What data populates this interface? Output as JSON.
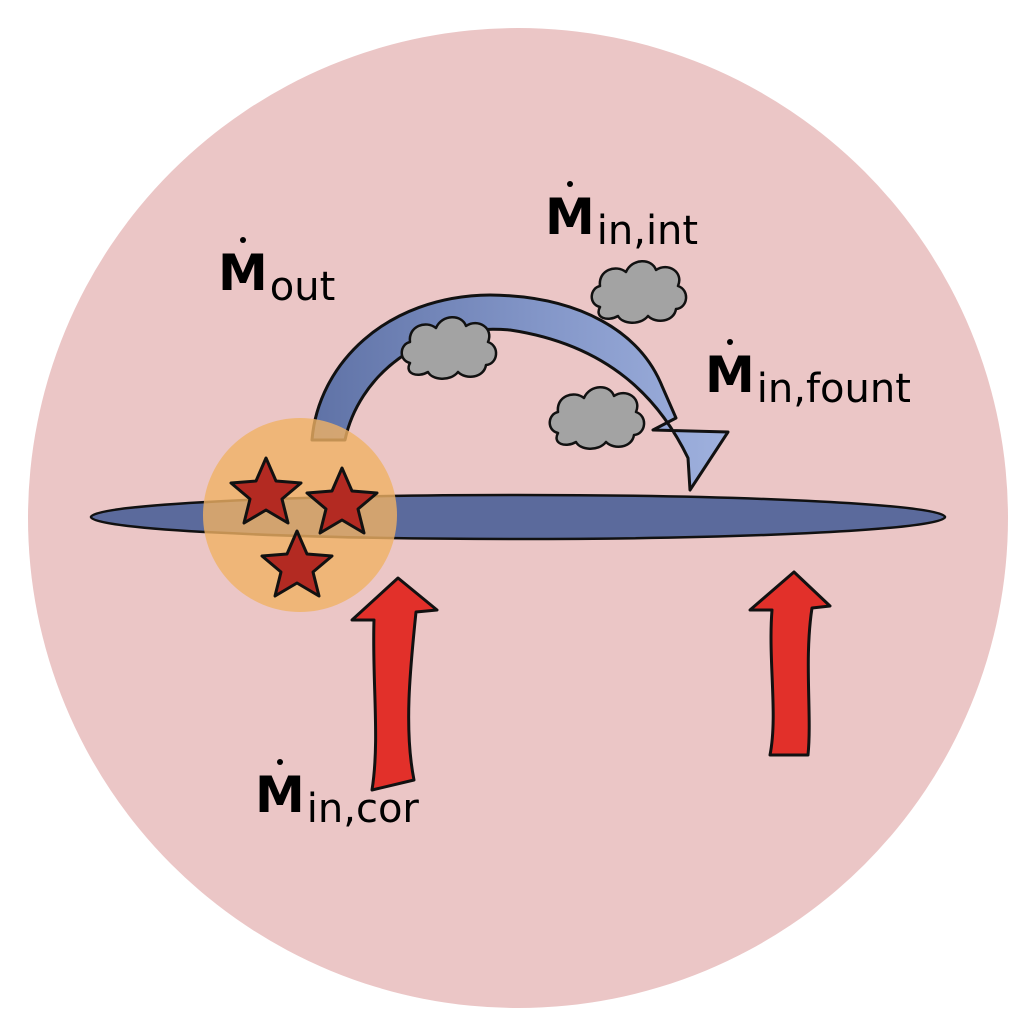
{
  "labels": {
    "m_out": {
      "symbol": "M",
      "sub": "out"
    },
    "m_int": {
      "symbol": "M",
      "sub": "in,int"
    },
    "m_fount": {
      "symbol": "M",
      "sub": "in,fount"
    },
    "m_cor": {
      "symbol": "M",
      "sub": "in,cor"
    }
  },
  "colors": {
    "halo": "#ebc6c6",
    "disk": "#5b6a9c",
    "outflow_arrow": "#8fa2cf",
    "inflow_arrow": "#e2302a",
    "star_cluster": "#f0b264",
    "star": "#b32a22",
    "cloud": "#a3a3a3"
  },
  "icons": [
    "star-icon",
    "cloud-icon",
    "arrow-icon"
  ]
}
